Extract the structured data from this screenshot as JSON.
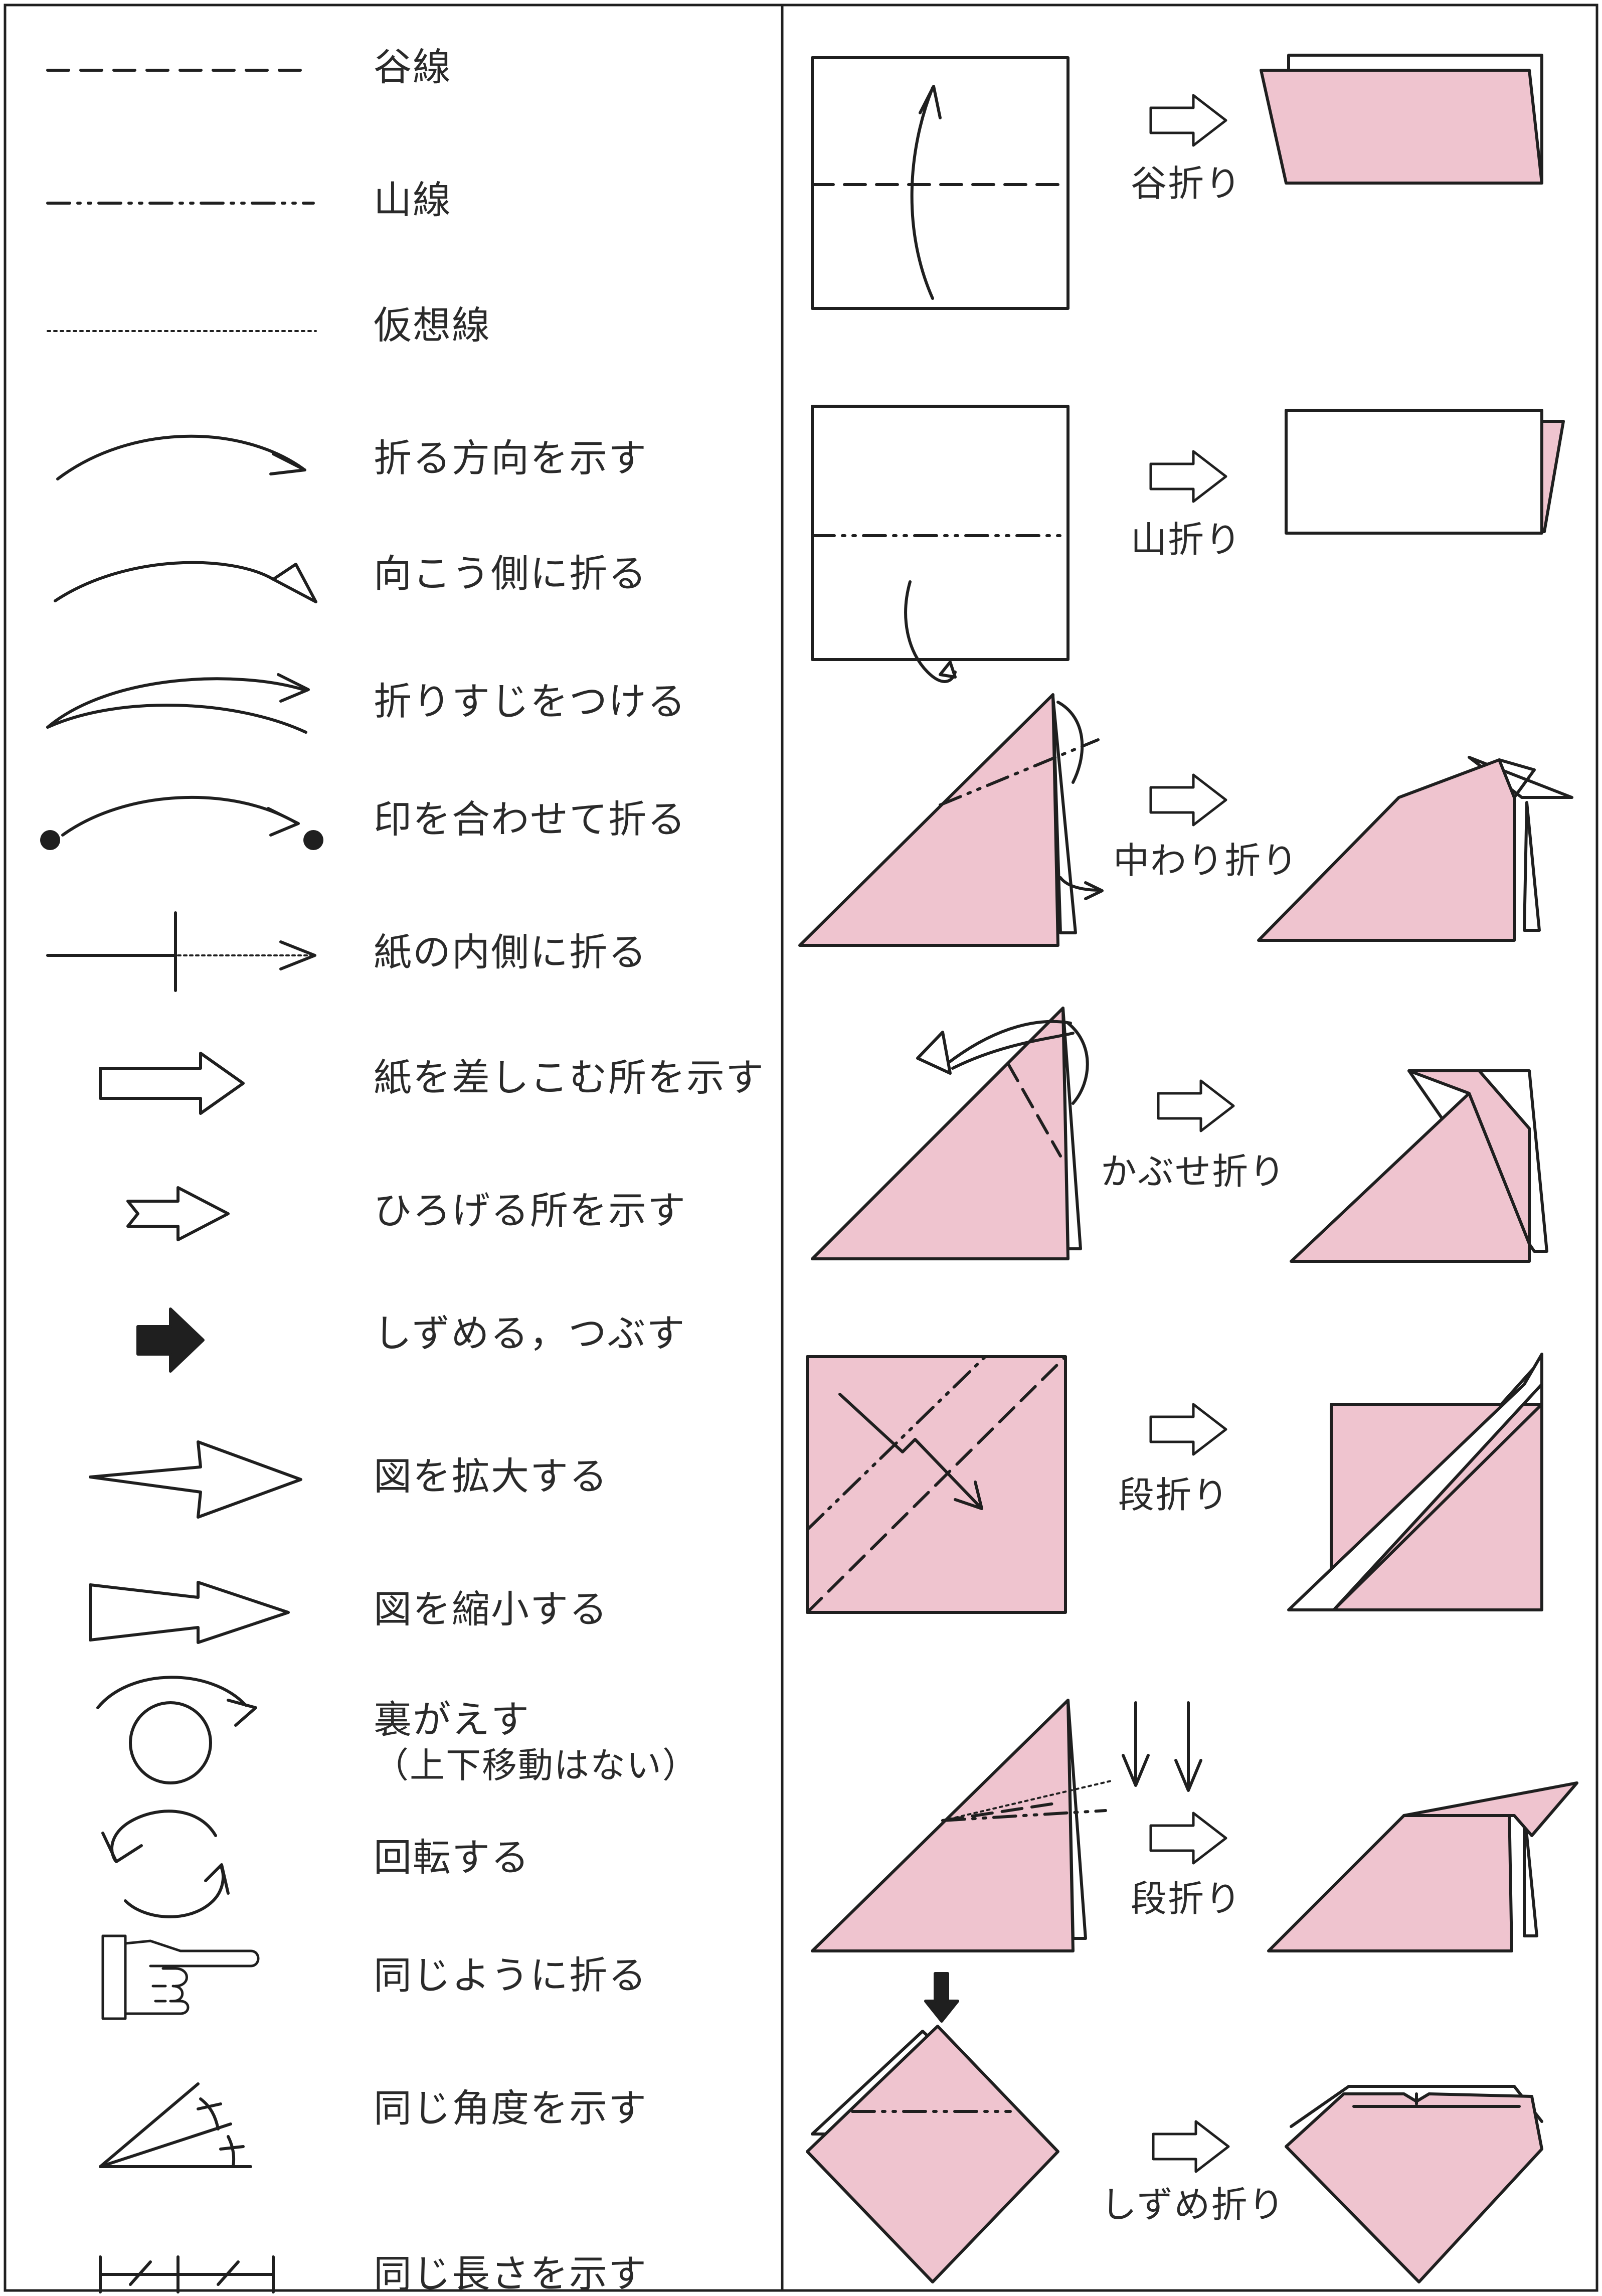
{
  "colors": {
    "paper_pink": "#efc4cf",
    "line": "#1f1f1f",
    "background": "#ffffff"
  },
  "legend": [
    {
      "symbol": "valley-line-icon",
      "label": "谷線"
    },
    {
      "symbol": "mountain-line-icon",
      "label": "山線"
    },
    {
      "symbol": "hidden-line-icon",
      "label": "仮想線"
    },
    {
      "symbol": "fold-direction-arrow-icon",
      "label": "折る方向を示す"
    },
    {
      "symbol": "fold-behind-arrow-icon",
      "label": "向こう側に折る"
    },
    {
      "symbol": "crease-arrow-icon",
      "label": "折りすじをつける"
    },
    {
      "symbol": "point-to-point-arrow-icon",
      "label": "印を合わせて折る"
    },
    {
      "symbol": "fold-inside-arrow-icon",
      "label": "紙の内側に折る"
    },
    {
      "symbol": "insert-arrow-icon",
      "label": "紙を差しこむ所を示す"
    },
    {
      "symbol": "open-arrow-icon",
      "label": "ひろげる所を示す"
    },
    {
      "symbol": "squash-arrow-icon",
      "label": "しずめる，つぶす"
    },
    {
      "symbol": "enlarge-arrow-icon",
      "label": "図を拡大する"
    },
    {
      "symbol": "reduce-arrow-icon",
      "label": "図を縮小する"
    },
    {
      "symbol": "turn-over-icon",
      "label": "裏がえす",
      "sublabel": "（上下移動はない）"
    },
    {
      "symbol": "rotate-icon",
      "label": "回転する"
    },
    {
      "symbol": "repeat-hand-icon",
      "label": "同じように折る"
    },
    {
      "symbol": "equal-angle-icon",
      "label": "同じ角度を示す"
    },
    {
      "symbol": "equal-length-icon",
      "label": "同じ長さを示す"
    }
  ],
  "folds": [
    {
      "label": "谷折り"
    },
    {
      "label": "山折り"
    },
    {
      "label": "中わり折り"
    },
    {
      "label": "かぶせ折り"
    },
    {
      "label": "段折り"
    },
    {
      "label": "段折り"
    },
    {
      "label": "しずめ折り"
    }
  ]
}
